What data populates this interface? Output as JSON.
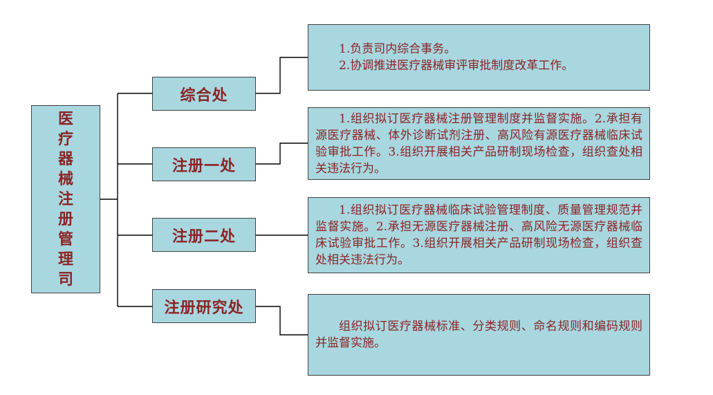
{
  "root": {
    "label": "医疗器械注册管理司"
  },
  "branches": [
    {
      "label": "综合处",
      "paragraphs": [
        "1.负责司内综合事务。",
        "2.协调推进医疗器械审评审批制度改革工作。"
      ]
    },
    {
      "label": "注册一处",
      "paragraphs": [
        "1.组织拟订医疗器械注册管理制度并监督实施。2.承担有源医疗器械、体外诊断试剂注册、高风险有源医疗器械临床试验审批工作。3.组织开展相关产品研制现场检查，组织查处相关违法行为。"
      ]
    },
    {
      "label": "注册二处",
      "paragraphs": [
        "1.组织拟订医疗器械临床试验管理制度、质量管理规范并监督实施。2.承担无源医疗器械注册、高风险无源医疗器械临床试验审批工作。3.组织开展相关产品研制现场检查，组织查处相关违法行为。"
      ]
    },
    {
      "label": "注册研究处",
      "paragraphs": [
        "组织拟订医疗器械标准、分类规则、命名规则和编码规则并监督实施。"
      ]
    }
  ],
  "colors": {
    "box_fill": "#a8d7e0",
    "box_border": "#3f3f3f",
    "text": "#8b2424",
    "line": "#000000"
  }
}
